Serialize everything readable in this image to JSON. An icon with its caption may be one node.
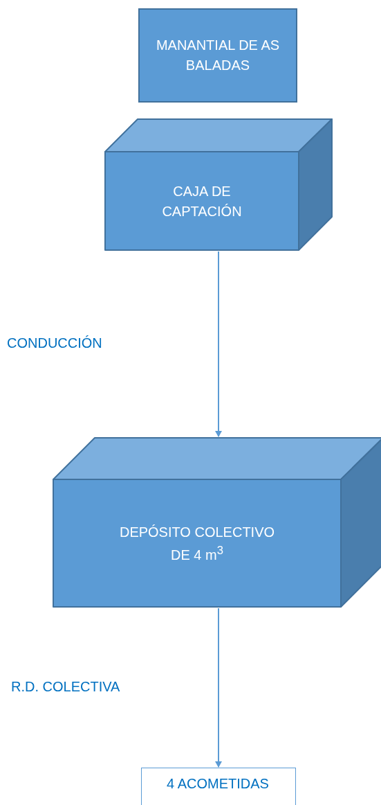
{
  "diagram": {
    "nodes": [
      {
        "text": [
          "MANANTIAL DE AS BALADAS"
        ]
      },
      {
        "text": [
          "CAJA DE CAPTACIÓN"
        ]
      },
      {
        "text": [
          "DEPÓSITO COLECTIVO DE 4 m$^{3}$"
        ]
      },
      {
        "text": [
          "4 ACOMETIDAS"
        ]
      }
    ],
    "edges": [
      {
        "from": 1,
        "to": 2,
        "arrow": "to"
      },
      {
        "from": 2,
        "to": 3,
        "arrow": "to"
      }
    ],
    "labels": [
      "CONDUCCIÓN",
      "R.D. COLECTIVA"
    ]
  }
}
